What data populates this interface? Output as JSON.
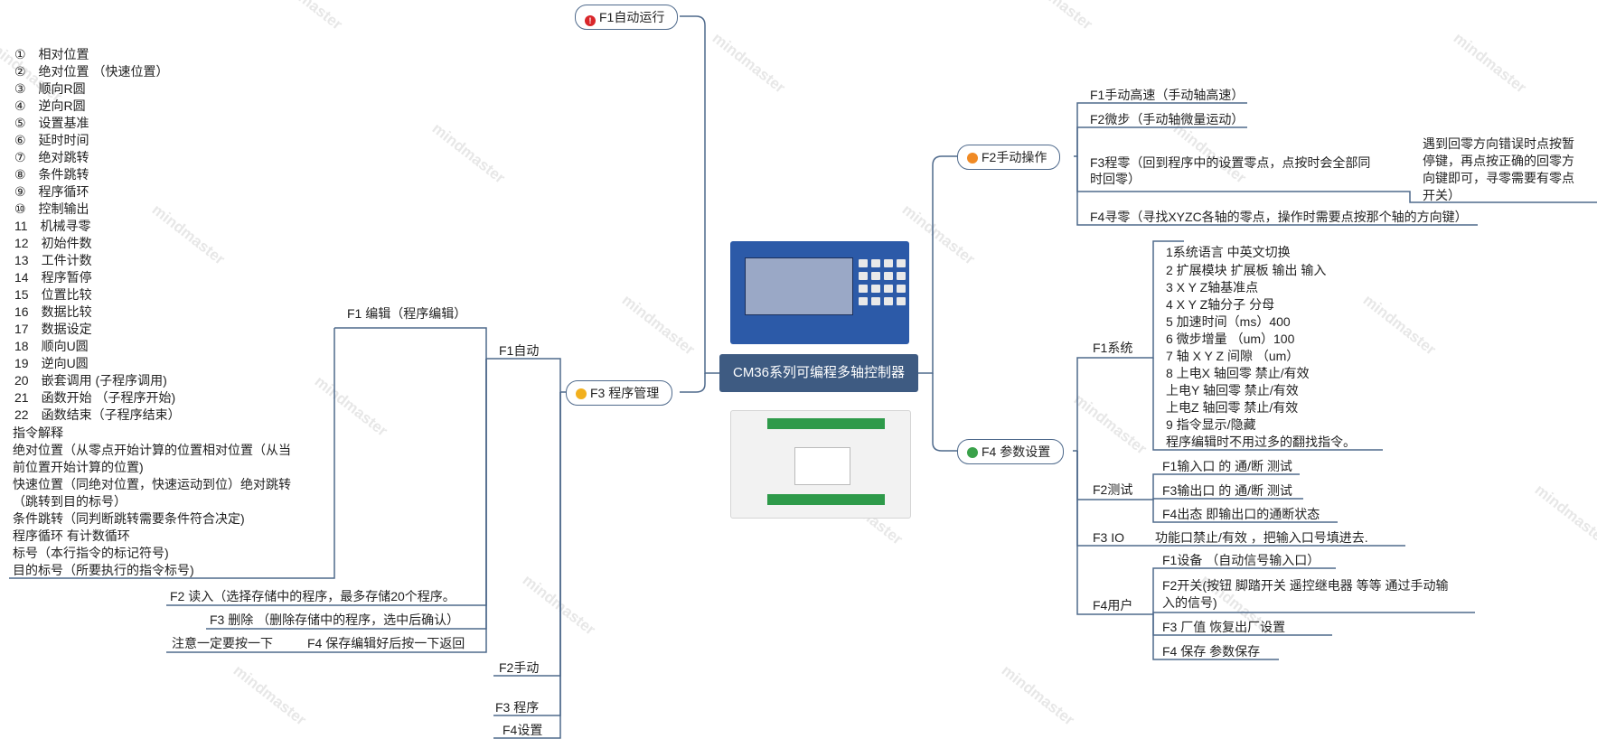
{
  "colors": {
    "line": "#4f6a8c",
    "center_bg": "#3e5b82",
    "red_icon": "#d9262a",
    "orange_icon": "#f08a24",
    "yellow_icon": "#f2b01e",
    "green_icon": "#3aa14a"
  },
  "watermark": "mindmaster",
  "center": {
    "title": "CM36系列可编程多轴控制器"
  },
  "branches": {
    "f1": {
      "label": "F1自动运行",
      "icon": "red-exclamation-icon"
    },
    "f2": {
      "label": "F2手动操作",
      "icon": "orange-dot-icon",
      "items": [
        "F1手动高速（手动轴高速）",
        "F2微步（手动轴微量运动）",
        "F3程零（回到程序中的设置零点，点按时会全部同",
        "时回零）",
        "F4寻零（寻找XYZC各轴的零点，操作时需要点按那个轴的方向键）"
      ],
      "note": [
        "遇到回零方向错误时点按暂",
        "停键，再点按正确的回零方",
        "向键即可，寻零需要有零点",
        "开关）"
      ]
    },
    "f3": {
      "label": "F3 程序管理",
      "icon": "yellow-dot-icon",
      "sub": [
        "F1自动",
        "F2手动",
        "F3 程序",
        "F4设置"
      ],
      "edit": "F1 编辑（程序编辑）",
      "read": "F2 读入（选择存储中的程序，最多存储20个程序。",
      "del": "F3 删除 （删除存储中的程序，选中后确认）",
      "save_note": "注意一定要按一下",
      "save": "F4 保存编辑好后按一下返回",
      "instructions": [
        "①　相对位置",
        "②　绝对位置 （快速位置）",
        "③　顺向R圆",
        "④　逆向R圆",
        "⑤　设置基准",
        "⑥　延时时间",
        "⑦　绝对跳转",
        "⑧　条件跳转",
        "⑨　程序循环",
        "⑩　控制输出",
        "11　机械寻零",
        "12　初始件数",
        "13　工件计数",
        "14　程序暂停",
        "15　位置比较",
        "16　数据比较",
        "17　数据设定",
        "18　顺向U圆",
        "19　逆向U圆",
        "20　嵌套调用 (子程序调用)",
        "21　函数开始 （子程序开始)",
        "22　函数结束（子程序结束）"
      ],
      "explain": [
        "指令解释",
        "绝对位置（从零点开始计算的位置相对位置（从当",
        "前位置开始计算的位置)",
        "快速位置（同绝对位置，快速运动到位）绝对跳转",
        "（跳转到目的标号）",
        "条件跳转（同判断跳转需要条件符合决定)",
        "程序循环 有计数循环",
        "标号（本行指令的标记符号)",
        "目的标号（所要执行的指令标号)"
      ]
    },
    "f4": {
      "label": "F4 参数设置",
      "icon": "green-dot-icon",
      "system": {
        "label": "F1系统",
        "items": [
          "1系统语言  中英文切换",
          "2 扩展模块   扩展板 输出 输入",
          "3  X  Y  Z轴基准点",
          "4  X  Y  Z轴分子  分母",
          "5  加速时间（ms）400",
          "6  微步增量 （um）100",
          "7  轴 X  Y  Z 间隙 （um）",
          "8  上电X 轴回零     禁止/有效",
          "    上电Y 轴回零     禁止/有效",
          "    上电Z 轴回零     禁止/有效",
          "9  指令显示/隐藏",
          "  程序编辑时不用过多的翻找指令。"
        ]
      },
      "test": {
        "label": "F2测试",
        "items": [
          "F1输入口 的 通/断 测试",
          "F3输出口 的 通/断 测试",
          "F4出态  即输出口的通断状态"
        ]
      },
      "io": {
        "label": "F3 IO",
        "text": "功能口禁止/有效 ，把输入口号填进去."
      },
      "user": {
        "label": "F4用户",
        "items": [
          "F1设备  （自动信号输入口）",
          "F2开关(按钮 脚踏开关 遥控继电器 等等 通过手动输",
          "入的信号)",
          "F3  厂值 恢复出厂设置",
          "F4  保存  参数保存"
        ]
      }
    }
  }
}
